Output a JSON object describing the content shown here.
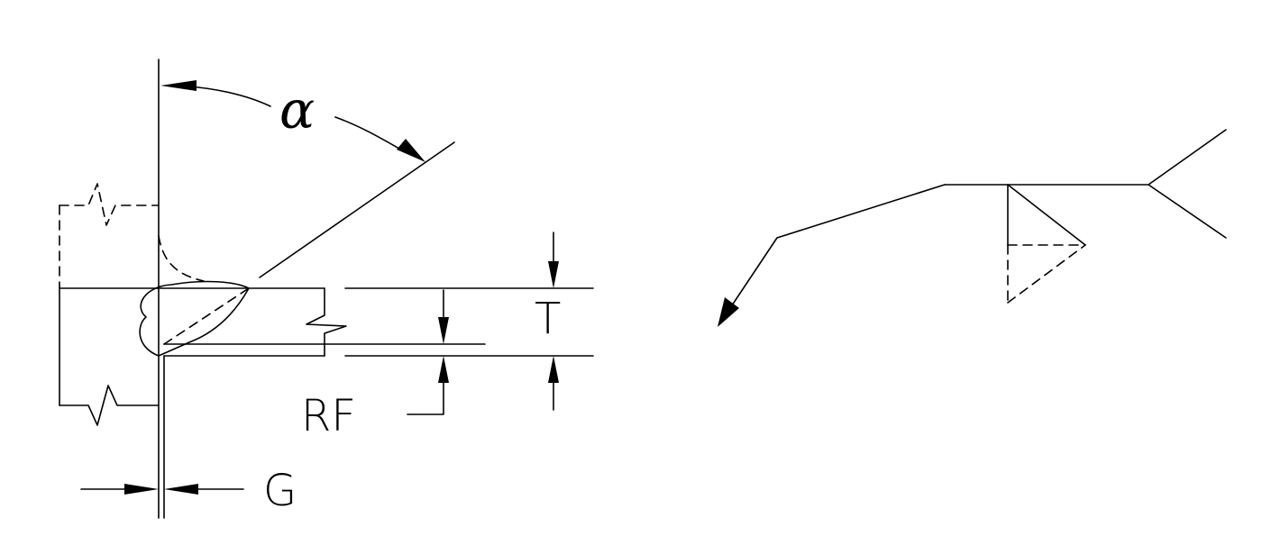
{
  "labels": {
    "angle": "α",
    "thickness": "T",
    "root_face": "RF",
    "gap": "G"
  },
  "colors": {
    "line": "#000000",
    "background": "#ffffff"
  }
}
